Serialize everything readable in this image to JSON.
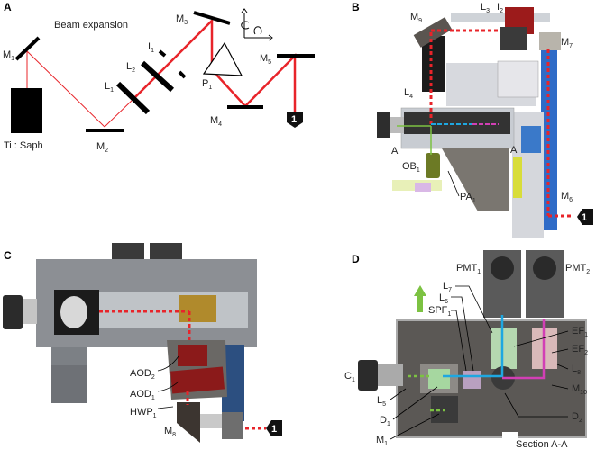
{
  "panels": {
    "a": {
      "letter": "A",
      "title": "Beam expansion",
      "laser": "Ti : Saph",
      "labels": {
        "M1": {
          "t": "M",
          "s": "1"
        },
        "M2": {
          "t": "M",
          "s": "2"
        },
        "M3": {
          "t": "M",
          "s": "3"
        },
        "M4": {
          "t": "M",
          "s": "4"
        },
        "M5": {
          "t": "M",
          "s": "5"
        },
        "L1": {
          "t": "L",
          "s": "1"
        },
        "L2": {
          "t": "L",
          "s": "2"
        },
        "I1": {
          "t": "I",
          "s": "1"
        },
        "P1": {
          "t": "P",
          "s": "1"
        }
      },
      "badge": "1"
    },
    "b": {
      "letter": "B",
      "labels": {
        "M9": {
          "t": "M",
          "s": "9"
        },
        "L3": {
          "t": "L",
          "s": "3"
        },
        "I2": {
          "t": "I",
          "s": "2"
        },
        "M7": {
          "t": "M",
          "s": "7"
        },
        "L4": {
          "t": "L",
          "s": "4"
        },
        "OB1": {
          "t": "OB",
          "s": "1"
        },
        "PA1": {
          "t": "PA",
          "s": "1"
        },
        "M6": {
          "t": "M",
          "s": "6"
        }
      },
      "section_marker": "A",
      "badge": "1"
    },
    "c": {
      "letter": "C",
      "labels": {
        "AOD2": {
          "t": "AOD",
          "s": "2"
        },
        "AOD1": {
          "t": "AOD",
          "s": "1"
        },
        "HWP1": {
          "t": "HWP",
          "s": "1"
        },
        "M8": {
          "t": "M",
          "s": "8"
        }
      },
      "badge": "1"
    },
    "d": {
      "letter": "D",
      "labels": {
        "PMT1": {
          "t": "PMT",
          "s": "1"
        },
        "PMT2": {
          "t": "PMT",
          "s": "2"
        },
        "L7": {
          "t": "L",
          "s": "7"
        },
        "L6": {
          "t": "L",
          "s": "6"
        },
        "SPF1": {
          "t": "SPF",
          "s": "1"
        },
        "EF1": {
          "t": "EF",
          "s": "1"
        },
        "EF2": {
          "t": "EF",
          "s": "2"
        },
        "L8": {
          "t": "L",
          "s": "8"
        },
        "M10": {
          "t": "M",
          "s": "10"
        },
        "C1": {
          "t": "C",
          "s": "1"
        },
        "L5": {
          "t": "L",
          "s": "5"
        },
        "D1": {
          "t": "D",
          "s": "1"
        },
        "D2": {
          "t": "D",
          "s": "2"
        },
        "M1": {
          "t": "M",
          "s": "1"
        }
      },
      "section": "Section A-A"
    }
  },
  "colors": {
    "beam": "#e8242a",
    "blue_beam": "#1ea7e1",
    "magenta_beam": "#d23fb5",
    "green_beam": "#7cc242",
    "aod": "#8b1a1a"
  }
}
